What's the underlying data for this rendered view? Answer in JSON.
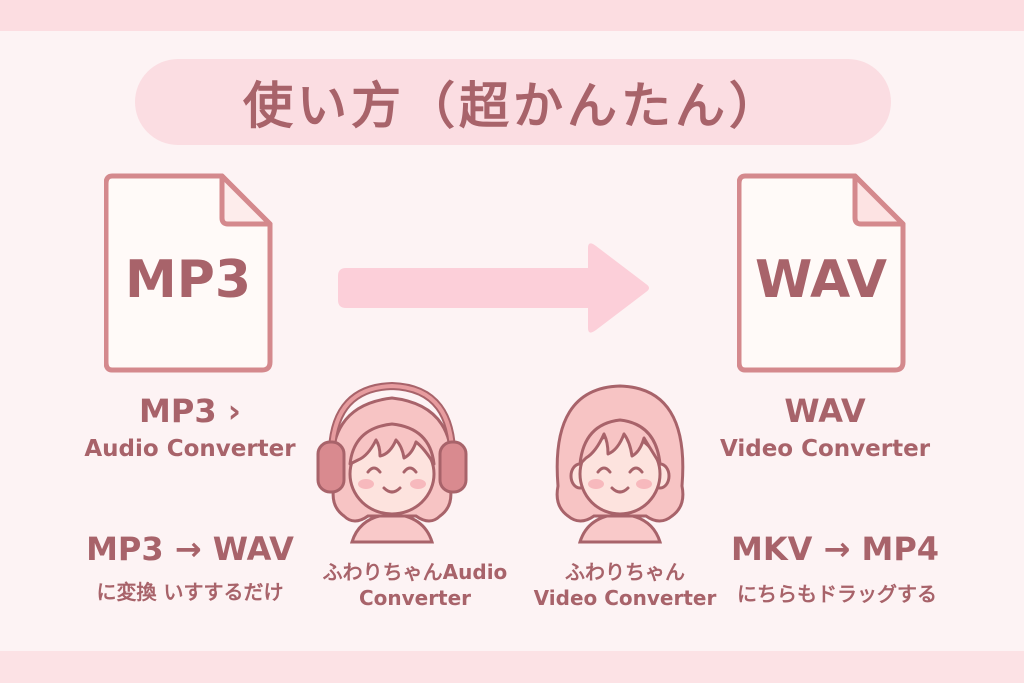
{
  "title": "使い方（超かんたん）",
  "left_file": {
    "ext": "MP3"
  },
  "right_file": {
    "ext": "WAV"
  },
  "left_caption": {
    "line1": "MP3 ›",
    "line2": "Audio Converter"
  },
  "right_caption": {
    "line1": "WAV",
    "line2": "Video Converter"
  },
  "left_instruction": {
    "line1": "MP3 → WAV",
    "line2": "に変換 いすするだけ"
  },
  "right_instruction": {
    "line1": "MKV → MP4",
    "line2": "にちらもドラッグする"
  },
  "left_character": {
    "line1": "ふわりちゃんAudio",
    "line2": "Converter"
  },
  "right_character": {
    "line1": "ふわりちゃん",
    "line2": "Video Converter"
  },
  "colors": {
    "background": "#fdf3f4",
    "band": "#fcdde1",
    "pill": "#fbdde2",
    "text": "#a8636a",
    "file_stroke": "#d4898d",
    "arrow": "#fccfd9",
    "hair": "#f7c4c4",
    "outline": "#a8636a"
  }
}
